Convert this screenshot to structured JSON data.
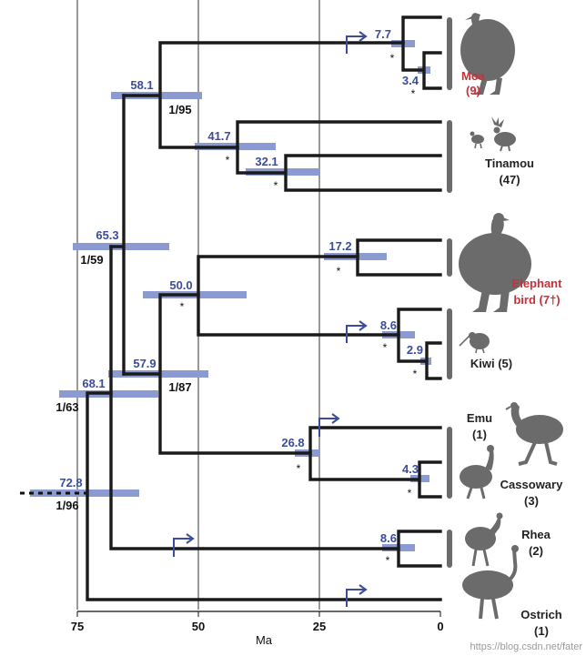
{
  "axis": {
    "ticks": [
      "75",
      "50",
      "25",
      "0"
    ],
    "label": "Ma"
  },
  "nodes": [
    {
      "key": "moa_tinamou",
      "age": "58.1",
      "support": "1/95"
    },
    {
      "key": "moa",
      "age": "7.7",
      "star": "*"
    },
    {
      "key": "moa_inner",
      "age": "3.4",
      "star": "*"
    },
    {
      "key": "tinamou",
      "age": "41.7",
      "star": "*"
    },
    {
      "key": "tinamou_inner",
      "age": "32.1",
      "star": "*"
    },
    {
      "key": "notopalaeo",
      "age": "65.3",
      "support": "1/59"
    },
    {
      "key": "eleph_kiwi",
      "age": "50.0",
      "star": "*"
    },
    {
      "key": "elephant",
      "age": "17.2",
      "star": "*"
    },
    {
      "key": "kiwi",
      "age": "8.6",
      "star": "*"
    },
    {
      "key": "kiwi_inner",
      "age": "2.9",
      "star": "*"
    },
    {
      "key": "casuariiformes_plus",
      "age": "57.9",
      "support": "1/87"
    },
    {
      "key": "emu_cass",
      "age": "26.8",
      "star": "*"
    },
    {
      "key": "cassowary",
      "age": "4.3",
      "star": "*"
    },
    {
      "key": "rhea_node",
      "age": "68.1",
      "support": "1/63"
    },
    {
      "key": "root",
      "age": "72.8",
      "support": "1/96"
    },
    {
      "key": "rhea",
      "age": "8.6",
      "star": "*"
    }
  ],
  "taxa": [
    {
      "key": "moa",
      "name": "Moa",
      "count": "(9)",
      "extinct": true
    },
    {
      "key": "tinamou",
      "name": "Tinamou",
      "count": "(47)",
      "extinct": false
    },
    {
      "key": "elephant",
      "name": "Elephant",
      "name2": "bird (7†)",
      "extinct": true
    },
    {
      "key": "kiwi",
      "name": "Kiwi (5)",
      "extinct": false
    },
    {
      "key": "emu",
      "name": "Emu",
      "count": "(1)",
      "extinct": false
    },
    {
      "key": "cassowary",
      "name": "Cassowary",
      "count": "(3)",
      "extinct": false
    },
    {
      "key": "rhea",
      "name": "Rhea",
      "count": "(2)",
      "extinct": false
    },
    {
      "key": "ostrich",
      "name": "Ostrich",
      "count": "(1)",
      "extinct": false
    }
  ],
  "watermark": "https://blog.csdn.net/fater",
  "colors": {
    "branch": "#1a1a1a",
    "bar": "#8c9ad2",
    "age_text": "#3b4c9a",
    "extinct_text": "#c8303a",
    "silhouette": "#6b6b6b",
    "arrow": "#3b4c9a"
  }
}
